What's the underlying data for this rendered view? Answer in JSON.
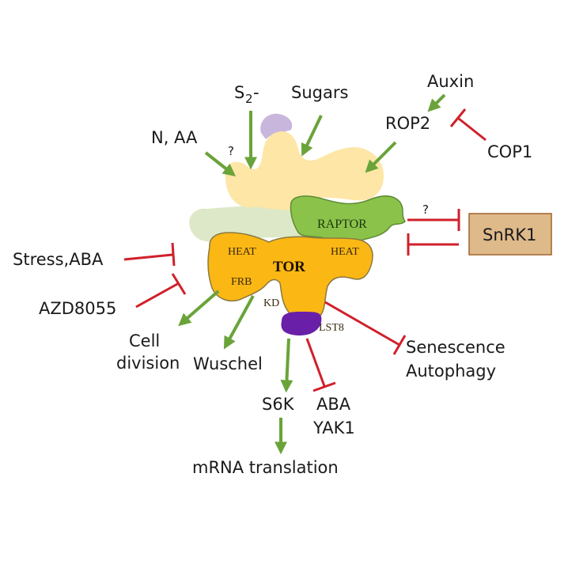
{
  "colors": {
    "activation": "#6aa33a",
    "inhibition": "#d0202a",
    "tor": "#fbb714",
    "raptor": "#8bc34a",
    "cream_subunit": "#fde6a6",
    "pale_green_subunit": "#dde8c8",
    "lavender_cap": "#c9b6dc",
    "lst8": "#6a1fa8",
    "snrk1_box": "#deba8a",
    "snrk1_border": "#a0632a"
  },
  "complex": {
    "tor": "TOR",
    "heat_left": "HEAT",
    "heat_right": "HEAT",
    "frb": "FRB",
    "kd": "KD",
    "raptor": "RAPTOR",
    "lst8": "LST8"
  },
  "inputs": {
    "n_aa": "N, AA",
    "sulfide_base": "S",
    "sulfide_sub": "2",
    "sulfide_charge": "-",
    "sugars": "Sugars",
    "auxin": "Auxin",
    "rop2": "ROP2",
    "cop1": "COP1",
    "stress_aba": "Stress,ABA",
    "azd8055": "AZD8055",
    "snrk1": "SnRK1",
    "question_n": "?",
    "question_snrk1": "?"
  },
  "outputs": {
    "cell_division_1": "Cell",
    "cell_division_2": "division",
    "wuschel": "Wuschel",
    "s6k": "S6K",
    "mrna": "mRNA translation",
    "aba_yak1_1": "ABA",
    "aba_yak1_2": "YAK1",
    "senescence": "Senescence",
    "autophagy": "Autophagy"
  }
}
